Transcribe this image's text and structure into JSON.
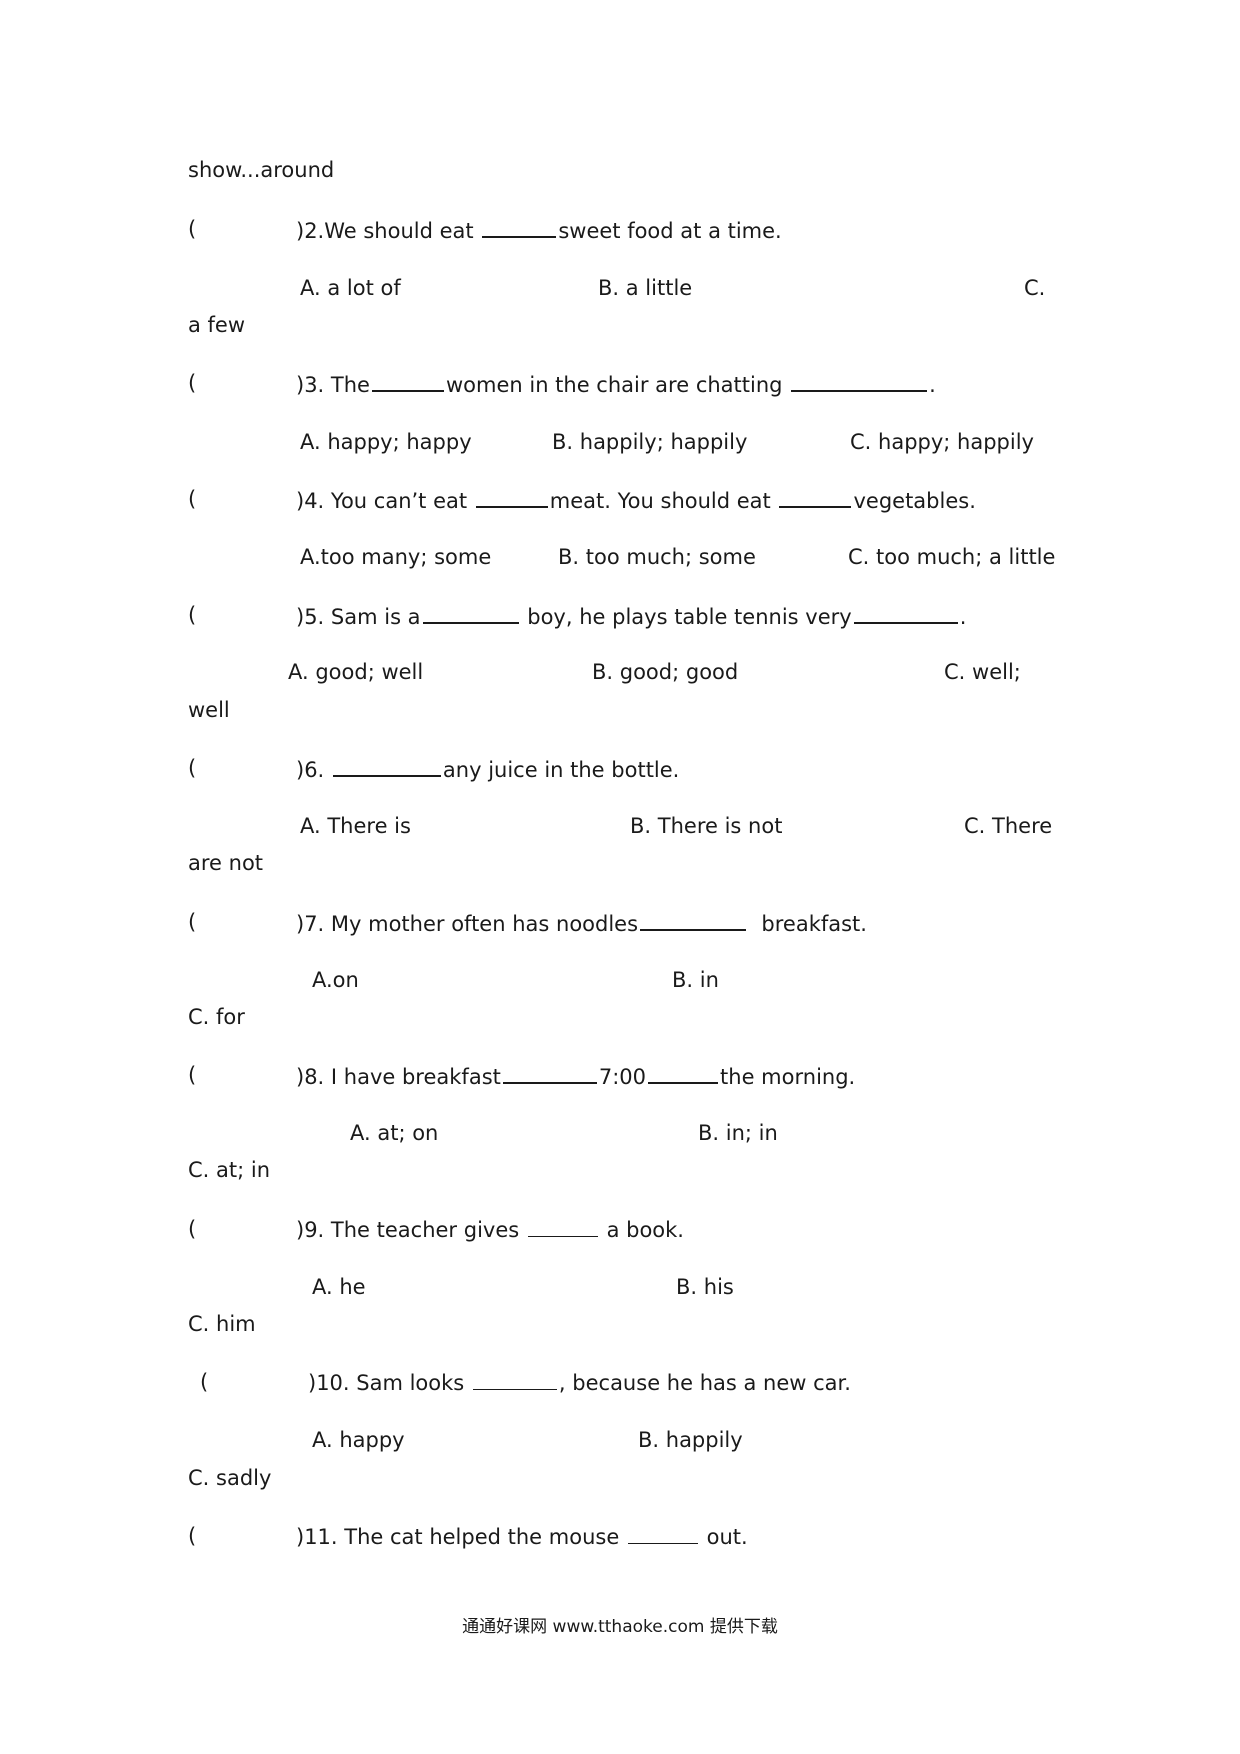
{
  "continuation": "show...around",
  "paren": "(",
  "q2": {
    "prefix": ")2.We should eat",
    "suffix": "sweet food at a time.",
    "a": "A. a lot of",
    "b": "B. a little",
    "c1": "C.",
    "c2": "a few"
  },
  "q3": {
    "prefix": ")3. The",
    "middle": "women in the chair are chatting",
    "suffix": ".",
    "a": "A. happy; happy",
    "b": "B. happily; happily",
    "c": "C. happy; happily"
  },
  "q4": {
    "prefix": ")4. You can’t eat",
    "middle": "meat. You should eat",
    "suffix": "vegetables.",
    "a": "A.too many; some",
    "b": "B. too much; some",
    "c": "C. too much; a little"
  },
  "q5": {
    "prefix": ")5. Sam is a",
    "middle": "boy, he plays table tennis very",
    "suffix": ".",
    "a": "A. good; well",
    "b": "B. good; good",
    "c1": "C. well;",
    "c2": "well"
  },
  "q6": {
    "prefix": ")6.",
    "suffix": "any juice in the bottle.",
    "a": "A. There is",
    "b": "B. There is not",
    "c1": "C. There",
    "c2": "are not"
  },
  "q7": {
    "prefix": ")7. My mother often has noodles",
    "suffix": "breakfast.",
    "a": "A.on",
    "b": "B. in",
    "c": "C. for"
  },
  "q8": {
    "prefix": ")8. I have breakfast",
    "middle": "7:00",
    "suffix": "the morning.",
    "a": "A. at; on",
    "b": "B. in; in",
    "c": "C. at; in"
  },
  "q9": {
    "prefix": ")9. The teacher gives",
    "suffix": "a book.",
    "a": "A. he",
    "b": "B. his",
    "c": "C. him"
  },
  "q10": {
    "prefix": ")10. Sam looks",
    "suffix": ", because he has a new car.",
    "a": "A. happy",
    "b": "B. happily",
    "c": "C. sadly"
  },
  "q11": {
    "prefix": ")11. The cat helped the mouse",
    "suffix": "out."
  },
  "footer": "通通好课网  www.tthaoke.com  提供下载"
}
